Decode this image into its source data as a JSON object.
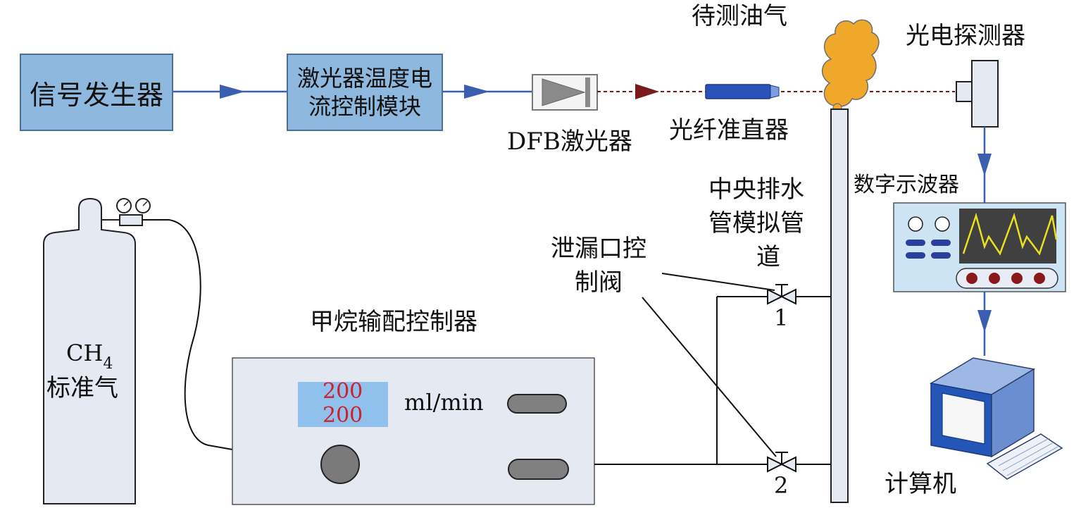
{
  "blocks": {
    "signal_generator": "信号发生器",
    "laser_controller_line1": "激光器温度电",
    "laser_controller_line2": "流控制模块"
  },
  "components": {
    "dfb_laser": "DFB激光器",
    "fiber_collimator": "光纤准直器",
    "test_gas": "待测油气",
    "photodetector": "光电探测器",
    "oscilloscope": "数字示波器",
    "computer": "计算机",
    "pipe_line1": "中央排水",
    "pipe_line2": "管模拟管",
    "pipe_line3": "道",
    "valve_label_line1": "泄漏口控",
    "valve_label_line2": "制阀",
    "valve1_number": "1",
    "valve2_number": "2",
    "mixer_title": "甲烷输配控制器",
    "flow_value_1": "200",
    "flow_value_2": "200",
    "flow_unit": "ml/min",
    "cylinder_formula_main": "CH",
    "cylinder_formula_sub": "4",
    "cylinder_label": "标准气"
  },
  "colors": {
    "block_fill": "#8fb8de",
    "block_border": "#4c6f95",
    "signal_line": "#3a5fb0",
    "laser_beam": "#7a1a1a",
    "collimator": "#2a52b8",
    "gas_plume": "#f0a82a",
    "device_fill": "#e4e9f2",
    "oscilloscope_screen": "#404040",
    "waveform": "#e8e020",
    "flow_display": "#8fc1ec",
    "flow_digits": "#d0202a"
  },
  "icons": [
    "diode-icon",
    "collimator-icon",
    "gas-plume-icon",
    "photodetector-icon",
    "oscilloscope-icon",
    "computer-icon",
    "keyboard-icon",
    "gas-cylinder-icon",
    "pressure-gauge-icon",
    "valve-icon",
    "knob-icon"
  ]
}
